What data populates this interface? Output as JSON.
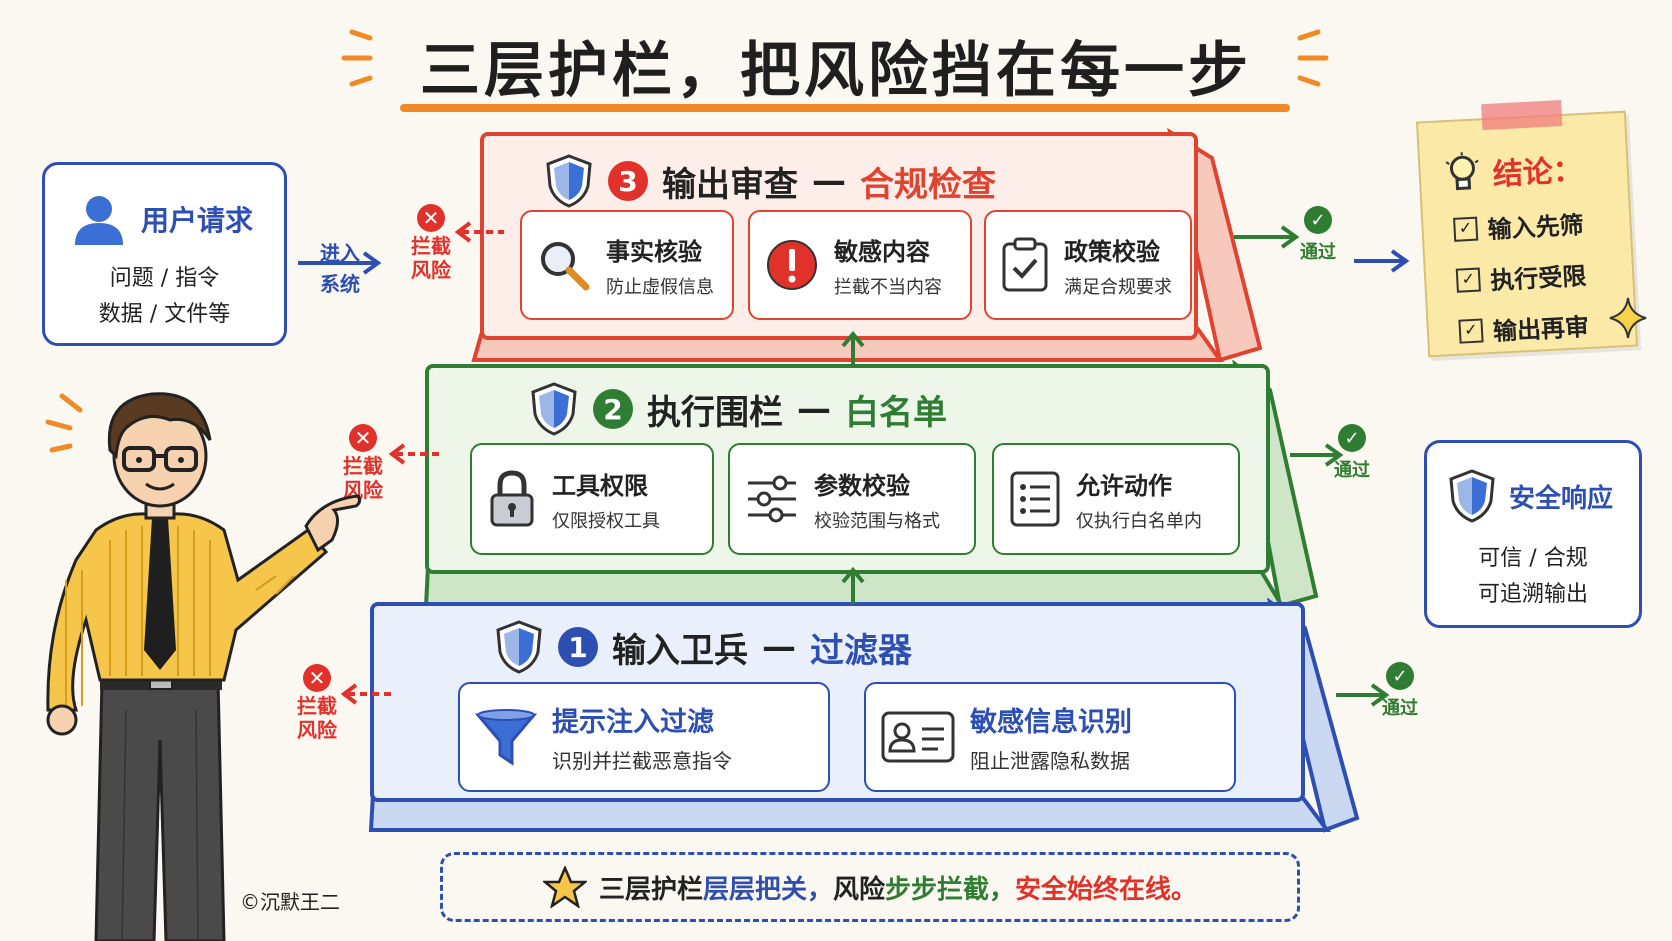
{
  "title": "三层护栏，把风险挡在每一步",
  "user_request": {
    "title": "用户请求",
    "line1": "问题 / 指令",
    "line2": "数据 / 文件等"
  },
  "enter_label": {
    "line1": "进入",
    "line2": "系统"
  },
  "blocked": {
    "line1": "拦截",
    "line2": "风险"
  },
  "passed": "通过",
  "layer3": {
    "number": "3",
    "name": "输出审查",
    "dash": "—",
    "tag": "合规检查",
    "items": [
      {
        "title": "事实核验",
        "desc": "防止虚假信息",
        "icon": "magnifier-icon"
      },
      {
        "title": "敏感内容",
        "desc": "拦截不当内容",
        "icon": "alert-icon"
      },
      {
        "title": "政策校验",
        "desc": "满足合规要求",
        "icon": "clipboard-check-icon"
      }
    ]
  },
  "layer2": {
    "number": "2",
    "name": "执行围栏",
    "dash": "—",
    "tag": "白名单",
    "items": [
      {
        "title": "工具权限",
        "desc": "仅限授权工具",
        "icon": "lock-icon"
      },
      {
        "title": "参数校验",
        "desc": "校验范围与格式",
        "icon": "sliders-icon"
      },
      {
        "title": "允许动作",
        "desc": "仅执行白名单内",
        "icon": "checklist-icon"
      }
    ]
  },
  "layer1": {
    "number": "1",
    "name": "输入卫兵",
    "dash": "—",
    "tag": "过滤器",
    "items": [
      {
        "title": "提示注入过滤",
        "desc": "识别并拦截恶意指令",
        "icon": "funnel-icon"
      },
      {
        "title": "敏感信息识别",
        "desc": "阻止泄露隐私数据",
        "icon": "id-card-icon"
      }
    ]
  },
  "conclusion": {
    "title": "结论：",
    "items": [
      "输入先筛",
      "执行受限",
      "输出再审"
    ]
  },
  "safe_response": {
    "title": "安全响应",
    "line1": "可信 / 合规",
    "line2": "可追溯输出"
  },
  "motto": {
    "part1": "三层护栏",
    "part2": "层层把关，",
    "part3": "风险",
    "part4": "步步拦截，",
    "part5": "安全始终在线。"
  },
  "credit": "©沉默王二",
  "colors": {
    "red": "#e0432f",
    "green": "#2f7d32",
    "blue": "#2e4fb2",
    "orange": "#f08a24"
  }
}
